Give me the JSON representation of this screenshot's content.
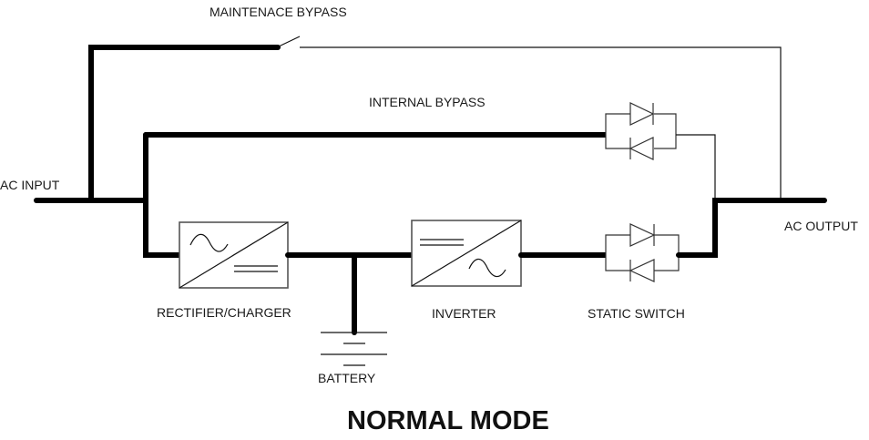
{
  "diagram": {
    "title": "NORMAL MODE",
    "labels": {
      "maintenance_bypass": "MAINTENACE BYPASS",
      "internal_bypass": "INTERNAL BYPASS",
      "ac_input": "AC INPUT",
      "ac_output": "AC OUTPUT",
      "rectifier": "RECTIFIER/CHARGER",
      "battery": "BATTERY",
      "inverter": "INVERTER",
      "static_switch": "STATIC SWITCH"
    },
    "components": [
      {
        "id": "maintenance-bypass-switch",
        "type": "switch",
        "state": "open"
      },
      {
        "id": "internal-bypass-scr",
        "type": "anti-parallel-thyristor"
      },
      {
        "id": "rectifier-charger",
        "type": "ac-dc-converter"
      },
      {
        "id": "battery",
        "type": "battery"
      },
      {
        "id": "inverter",
        "type": "dc-ac-converter"
      },
      {
        "id": "static-switch",
        "type": "anti-parallel-thyristor"
      }
    ],
    "active_path": [
      "AC INPUT",
      "RECTIFIER/CHARGER",
      "INVERTER",
      "STATIC SWITCH",
      "AC OUTPUT"
    ]
  }
}
